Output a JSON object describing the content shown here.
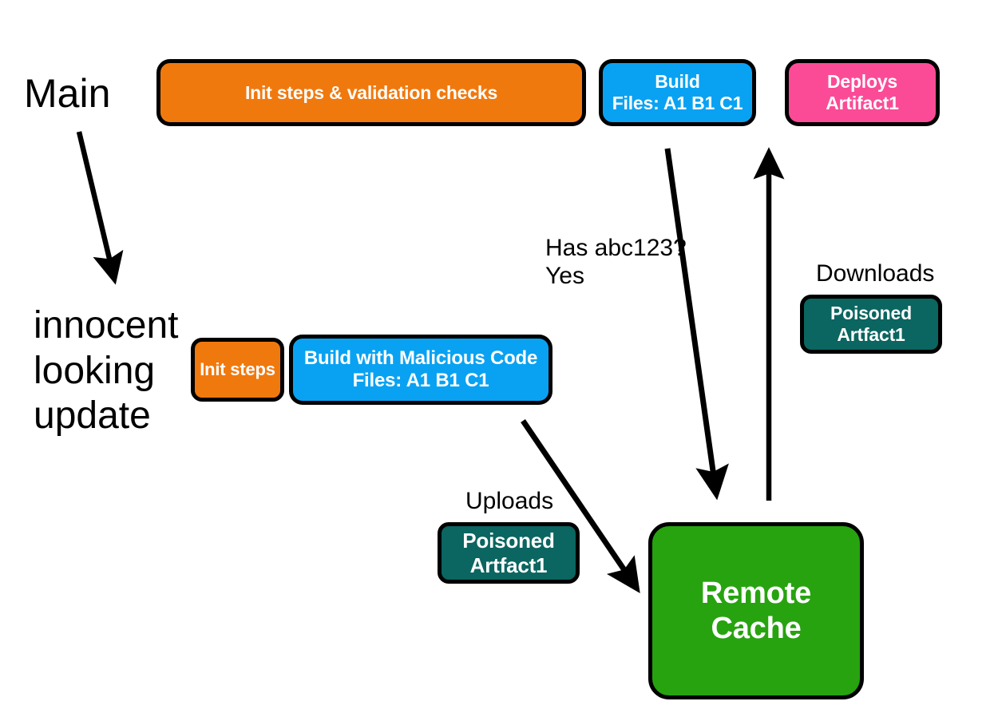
{
  "diagram": {
    "title_hidden": "Remote cache poisoning attack flow",
    "branches": {
      "main_label": "Main",
      "fork_label": "innocent\nlooking\nupdate"
    },
    "main_pipeline": [
      {
        "id": "main-init",
        "label": "Init steps & validation checks",
        "color": "#F0790E",
        "color_name": "orange"
      },
      {
        "id": "main-build",
        "label": "Build\nFiles: A1  B1  C1",
        "color": "#09A2F2",
        "color_name": "blue"
      },
      {
        "id": "main-deploy",
        "label": "Deploys\nArtifact1",
        "color": "#FB4B97",
        "color_name": "pink"
      }
    ],
    "attacker_pipeline": [
      {
        "id": "attacker-init",
        "label": "Init steps",
        "color": "#F0790E",
        "color_name": "orange"
      },
      {
        "id": "attacker-build",
        "label": "Build with Malicious Code\nFiles: A1  B1  C1",
        "color": "#09A2F2",
        "color_name": "blue"
      }
    ],
    "artifacts": [
      {
        "id": "uploaded-artifact",
        "caption": "Uploads",
        "label": "Poisoned\nArtfact1",
        "color": "#0B6560",
        "color_name": "teal"
      },
      {
        "id": "downloaded-artifact",
        "caption": "Downloads",
        "label": "Poisoned\nArtfact1",
        "color": "#0B6560",
        "color_name": "teal"
      }
    ],
    "cache": {
      "id": "remote-cache",
      "label": "Remote Cache",
      "color": "#27A310",
      "color_name": "green"
    },
    "cache_query": {
      "label": "Has abc123?\nYes"
    },
    "arrows": [
      {
        "id": "main-to-fork",
        "semantic": "branch-fork-arrow",
        "from": "Main",
        "to": "innocent looking update"
      },
      {
        "id": "cache-lookup",
        "semantic": "cache-lookup-arrow",
        "from": "Build",
        "to": "Remote Cache"
      },
      {
        "id": "cache-download",
        "semantic": "cache-download-arrow",
        "from": "Remote Cache",
        "to": "Deploys Artifact1"
      },
      {
        "id": "cache-upload",
        "semantic": "cache-upload-arrow",
        "from": "Build with Malicious Code",
        "to": "Remote Cache"
      }
    ],
    "colors": {
      "background": "#FFFFFF",
      "stroke": "#000000",
      "text_on_node": "#FFFFFF",
      "text_plain": "#000000"
    }
  }
}
